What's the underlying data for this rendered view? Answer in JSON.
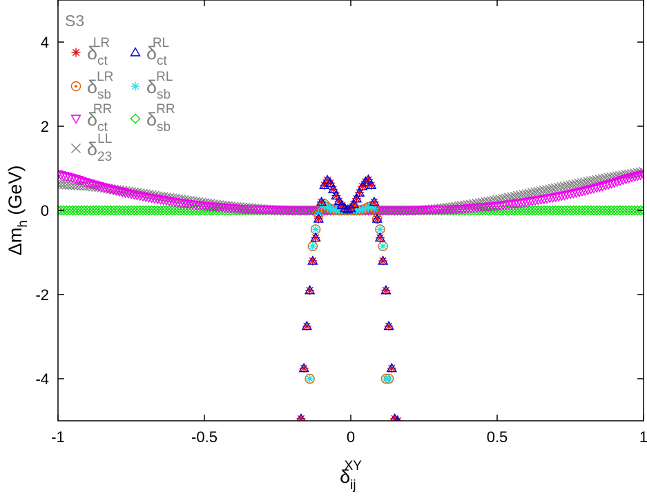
{
  "chart_data": {
    "type": "scatter",
    "panel_label": "S3",
    "xlabel": {
      "main": "δ",
      "sup": "XY",
      "sub": "ij"
    },
    "ylabel": {
      "main": "Δm",
      "sub": "h",
      "unit": " (GeV)"
    },
    "xlim": [
      -1,
      1
    ],
    "ylim": [
      -5,
      5
    ],
    "x_ticks": [
      -1,
      -0.5,
      0,
      0.5,
      1
    ],
    "x_tick_labels": [
      "-1",
      "-0.5",
      "0",
      "0.5",
      "1"
    ],
    "y_ticks": [
      -4,
      -2,
      0,
      2,
      4
    ],
    "y_tick_labels": [
      "-4",
      "-2",
      "0",
      "2",
      "4"
    ],
    "grid": false,
    "legend_position": "top-left",
    "series": [
      {
        "name": {
          "main": "δ",
          "sup": "LR",
          "sub": "ct"
        },
        "marker": "star",
        "color": "#e8000b",
        "x": [
          -0.17,
          -0.16,
          -0.15,
          -0.14,
          -0.13,
          -0.12,
          -0.11,
          -0.1,
          -0.09,
          -0.08,
          -0.07,
          -0.06,
          -0.05,
          -0.04,
          -0.03,
          -0.02,
          -0.01,
          0.0,
          0.01,
          0.02,
          0.03,
          0.04,
          0.05,
          0.06,
          0.07,
          0.08,
          0.09,
          0.1,
          0.11,
          0.12,
          0.13,
          0.14,
          0.15,
          0.16
        ],
        "y": [
          -4.95,
          -3.75,
          -2.75,
          -1.9,
          -1.2,
          -0.65,
          -0.2,
          0.2,
          0.6,
          0.72,
          0.65,
          0.5,
          0.35,
          0.22,
          0.12,
          0.05,
          0.02,
          0.05,
          0.15,
          0.28,
          0.42,
          0.57,
          0.68,
          0.73,
          0.6,
          0.2,
          -0.2,
          -0.65,
          -1.2,
          -1.9,
          -2.75,
          -3.75,
          -4.95,
          -5.0
        ]
      },
      {
        "name": {
          "main": "δ",
          "sup": "RL",
          "sub": "ct"
        },
        "marker": "triangle-up",
        "color": "#0000e0",
        "x": [
          -0.17,
          -0.16,
          -0.15,
          -0.14,
          -0.13,
          -0.12,
          -0.11,
          -0.1,
          -0.09,
          -0.08,
          -0.07,
          -0.06,
          -0.05,
          -0.04,
          -0.03,
          -0.02,
          -0.01,
          0.0,
          0.01,
          0.02,
          0.03,
          0.04,
          0.05,
          0.06,
          0.07,
          0.08,
          0.09,
          0.1,
          0.11,
          0.12,
          0.13,
          0.14,
          0.15,
          0.16
        ],
        "y": [
          -4.95,
          -3.75,
          -2.75,
          -1.9,
          -1.2,
          -0.65,
          -0.2,
          0.2,
          0.6,
          0.72,
          0.65,
          0.5,
          0.35,
          0.22,
          0.12,
          0.05,
          0.02,
          0.05,
          0.15,
          0.28,
          0.42,
          0.57,
          0.68,
          0.73,
          0.6,
          0.2,
          -0.2,
          -0.65,
          -1.2,
          -1.9,
          -2.75,
          -3.75,
          -4.95,
          -5.0
        ]
      },
      {
        "name": {
          "main": "δ",
          "sup": "LR",
          "sub": "sb"
        },
        "marker": "circle-dot",
        "color": "#e65c00",
        "x": [
          -0.14,
          -0.13,
          -0.12,
          -0.11,
          -0.1,
          -0.09,
          -0.08,
          -0.07,
          -0.06,
          -0.05,
          -0.04,
          -0.03,
          -0.02,
          -0.01,
          0.0,
          0.01,
          0.02,
          0.03,
          0.04,
          0.05,
          0.06,
          0.07,
          0.08,
          0.09,
          0.1,
          0.11,
          0.12,
          0.13
        ],
        "y": [
          -4.0,
          -0.85,
          -0.45,
          -0.1,
          0.1,
          0.15,
          0.08,
          0.04,
          0.02,
          0.01,
          0.0,
          0.0,
          0.0,
          0.0,
          0.0,
          0.0,
          0.0,
          0.01,
          0.02,
          0.04,
          0.08,
          0.1,
          0.05,
          -0.2,
          -0.45,
          -0.85,
          -4.0,
          -4.0
        ]
      },
      {
        "name": {
          "main": "δ",
          "sup": "RL",
          "sub": "sb"
        },
        "marker": "star",
        "color": "#22e0e8",
        "x": [
          -0.14,
          -0.13,
          -0.12,
          -0.11,
          -0.1,
          -0.09,
          -0.08,
          -0.07,
          -0.06,
          -0.05,
          -0.04,
          -0.03,
          -0.02,
          -0.01,
          0.0,
          0.01,
          0.02,
          0.03,
          0.04,
          0.05,
          0.06,
          0.07,
          0.08,
          0.09,
          0.1,
          0.11,
          0.12,
          0.13
        ],
        "y": [
          -4.0,
          -0.85,
          -0.45,
          -0.1,
          0.1,
          0.15,
          0.08,
          0.04,
          0.02,
          0.01,
          0.0,
          0.0,
          0.0,
          0.0,
          0.0,
          0.0,
          0.0,
          0.01,
          0.02,
          0.04,
          0.08,
          0.1,
          0.05,
          -0.2,
          -0.45,
          -0.85,
          -4.0,
          -4.0
        ]
      },
      {
        "name": {
          "main": "δ",
          "sup": "RR",
          "sub": "ct"
        },
        "marker": "triangle-down",
        "color": "#f000f0",
        "x": [
          -1.0,
          -0.95,
          -0.9,
          -0.85,
          -0.8,
          -0.75,
          -0.7,
          -0.65,
          -0.6,
          -0.55,
          -0.5,
          -0.45,
          -0.4,
          -0.35,
          -0.3,
          -0.25,
          -0.2,
          -0.15,
          -0.1,
          -0.05,
          0.0,
          0.05,
          0.1,
          0.15,
          0.2,
          0.25,
          0.3,
          0.35,
          0.4,
          0.45,
          0.5,
          0.55,
          0.6,
          0.65,
          0.7,
          0.75,
          0.8,
          0.85,
          0.9,
          0.95,
          1.0
        ],
        "y": [
          0.86,
          0.77,
          0.66,
          0.56,
          0.47,
          0.39,
          0.32,
          0.26,
          0.2,
          0.15,
          0.11,
          0.08,
          0.05,
          0.03,
          0.02,
          0.01,
          0.0,
          0.0,
          0.0,
          0.0,
          0.0,
          0.0,
          0.0,
          0.0,
          0.0,
          0.01,
          0.02,
          0.03,
          0.05,
          0.08,
          0.11,
          0.15,
          0.2,
          0.26,
          0.32,
          0.39,
          0.47,
          0.56,
          0.66,
          0.77,
          0.86
        ]
      },
      {
        "name": {
          "main": "δ",
          "sup": "RR",
          "sub": "sb"
        },
        "marker": "diamond",
        "color": "#00e000",
        "x": [
          -1.0,
          -0.95,
          -0.9,
          -0.85,
          -0.8,
          -0.75,
          -0.7,
          -0.65,
          -0.6,
          -0.55,
          -0.5,
          -0.45,
          -0.4,
          -0.35,
          -0.3,
          -0.25,
          -0.2,
          -0.15,
          -0.1,
          -0.05,
          0.0,
          0.05,
          0.1,
          0.15,
          0.2,
          0.25,
          0.3,
          0.35,
          0.4,
          0.45,
          0.5,
          0.55,
          0.6,
          0.65,
          0.7,
          0.75,
          0.8,
          0.85,
          0.9,
          0.95,
          1.0
        ],
        "y": [
          0.0,
          0.0,
          0.0,
          0.0,
          0.0,
          0.0,
          0.0,
          0.0,
          0.0,
          0.0,
          0.0,
          0.0,
          0.0,
          0.0,
          0.0,
          0.0,
          0.0,
          0.0,
          0.0,
          0.0,
          0.0,
          0.0,
          0.0,
          0.0,
          0.0,
          0.0,
          0.0,
          0.0,
          0.0,
          0.0,
          0.0,
          0.0,
          0.0,
          0.0,
          0.0,
          0.0,
          0.0,
          0.0,
          0.0,
          0.0,
          0.0
        ]
      },
      {
        "name": {
          "main": "δ",
          "sup": "LL",
          "sub": "23"
        },
        "marker": "cross",
        "color": "#808080",
        "x": [
          -1.0,
          -0.95,
          -0.9,
          -0.85,
          -0.8,
          -0.75,
          -0.7,
          -0.65,
          -0.6,
          -0.55,
          -0.5,
          -0.45,
          -0.4,
          -0.35,
          -0.3,
          -0.25,
          -0.2,
          -0.15,
          -0.1,
          -0.05,
          0.0,
          0.05,
          0.1,
          0.15,
          0.2,
          0.25,
          0.3,
          0.35,
          0.4,
          0.45,
          0.5,
          0.55,
          0.6,
          0.65,
          0.7,
          0.75,
          0.8,
          0.85,
          0.9,
          0.95,
          1.0
        ],
        "y": [
          0.62,
          0.6,
          0.58,
          0.54,
          0.49,
          0.44,
          0.39,
          0.33,
          0.28,
          0.23,
          0.18,
          0.13,
          0.09,
          0.06,
          0.03,
          0.01,
          0.0,
          0.0,
          0.0,
          0.0,
          0.0,
          0.0,
          0.0,
          0.0,
          0.0,
          0.01,
          0.04,
          0.08,
          0.13,
          0.19,
          0.25,
          0.32,
          0.39,
          0.46,
          0.53,
          0.6,
          0.67,
          0.74,
          0.8,
          0.86,
          0.92
        ]
      }
    ]
  }
}
